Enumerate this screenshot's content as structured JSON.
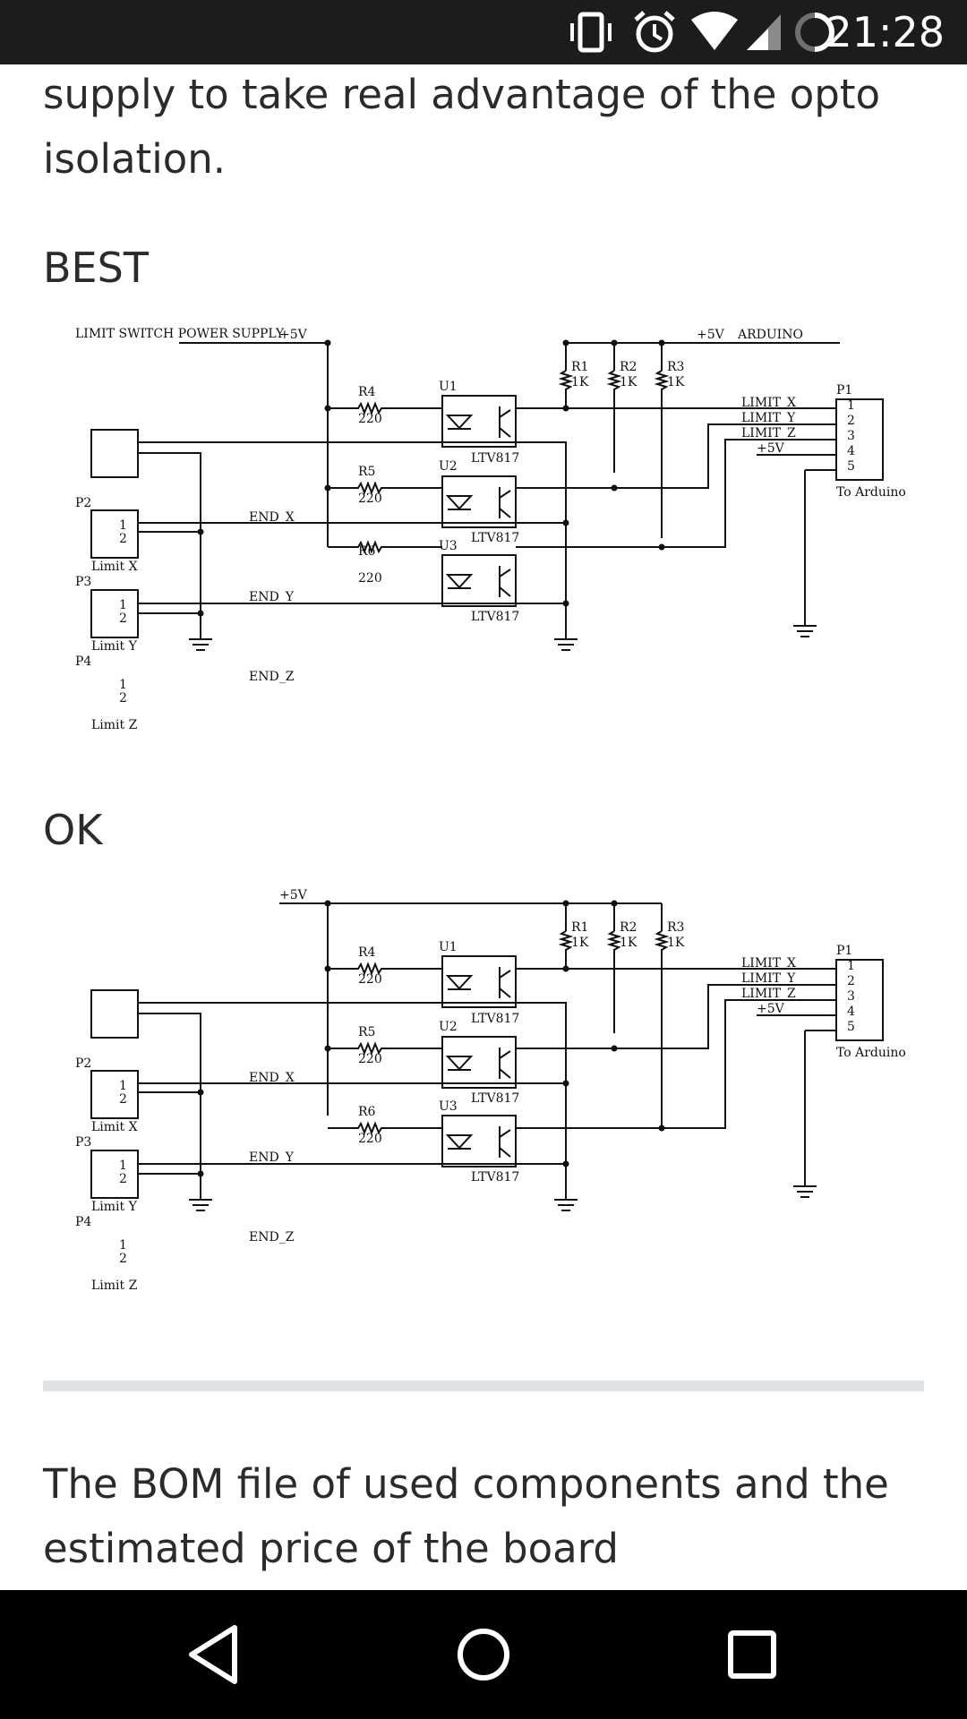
{
  "status_bar": {
    "time": "21:28"
  },
  "article": {
    "intro_text": "supply to take real advantage of the opto isolation.",
    "section_best": "BEST",
    "section_ok": "OK",
    "bom_text": "The BOM file of used components and the estimated price of the board"
  },
  "schematic": {
    "power_label": "LIMIT SWITCH POWER SUPPLY",
    "arduino_label": "ARDUINO",
    "plus5v": "+5V",
    "limit_connectors": [
      {
        "ref": "P2",
        "pin1": "1",
        "pin2": "2",
        "name": "Limit X",
        "net": "END_X"
      },
      {
        "ref": "P3",
        "pin1": "1",
        "pin2": "2",
        "name": "Limit Y",
        "net": "END_Y"
      },
      {
        "ref": "P4",
        "pin1": "1",
        "pin2": "2",
        "name": "Limit Z",
        "net": "END_Z"
      }
    ],
    "series_resistors": [
      {
        "ref": "R4",
        "value": "220"
      },
      {
        "ref": "R5",
        "value": "220"
      },
      {
        "ref": "R6",
        "value": "220"
      }
    ],
    "optocouplers": [
      {
        "ref": "U1",
        "part": "LTV817"
      },
      {
        "ref": "U2",
        "part": "LTV817"
      },
      {
        "ref": "U3",
        "part": "LTV817"
      }
    ],
    "pullups": [
      {
        "ref": "R1",
        "value": "1K"
      },
      {
        "ref": "R2",
        "value": "1K"
      },
      {
        "ref": "R3",
        "value": "1K"
      }
    ],
    "arduino_connector": {
      "ref": "P1",
      "pins": [
        "1",
        "2",
        "3",
        "4",
        "5"
      ],
      "signals": [
        "LIMIT_X",
        "LIMIT_Y",
        "LIMIT_Z",
        "+5V"
      ],
      "name": "To Arduino"
    }
  },
  "nav_bar": {
    "back": "back-button",
    "home": "home-button",
    "recents": "recents-button"
  }
}
